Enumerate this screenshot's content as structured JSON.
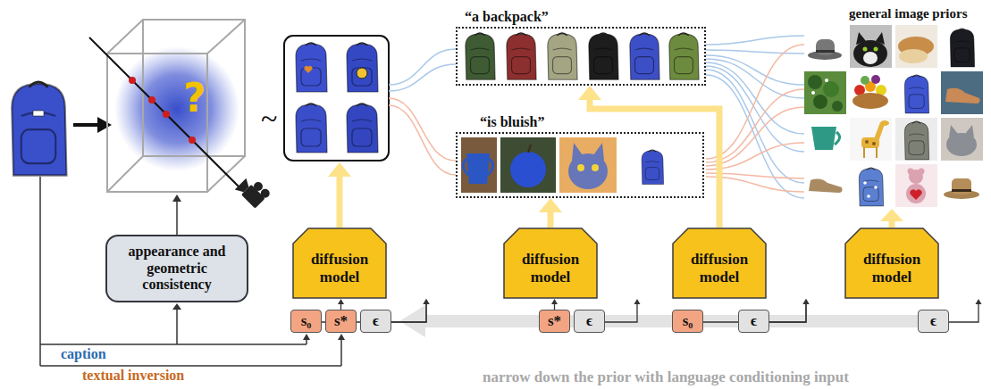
{
  "diagram": {
    "nodes": [
      {
        "text": [
          "“a backpack”"
        ]
      },
      {
        "text": [
          "“is bluish”"
        ]
      },
      {
        "text": [
          "appearance and geometric consistency"
        ]
      },
      {
        "text": [
          "diffusion model"
        ]
      },
      {
        "text": [
          "diffusion model"
        ]
      },
      {
        "text": [
          "diffusion model"
        ]
      },
      {
        "text": [
          "diffusion model"
        ]
      },
      {
        "text": [
          "s₀"
        ]
      },
      {
        "text": [
          "s*"
        ]
      },
      {
        "text": [
          "ϵ"
        ]
      },
      {
        "text": [
          "s*"
        ]
      },
      {
        "text": [
          "ϵ"
        ]
      },
      {
        "text": [
          "s₀"
        ]
      },
      {
        "text": [
          "ϵ"
        ]
      },
      {
        "text": [
          "ϵ"
        ]
      }
    ],
    "edges": [
      {
        "from": 7,
        "to": 3,
        "arrow": "to"
      },
      {
        "from": 8,
        "to": 3,
        "arrow": "to"
      },
      {
        "from": 9,
        "to": 3,
        "arrow": "to"
      },
      {
        "from": 10,
        "to": 4,
        "arrow": "to"
      },
      {
        "from": 11,
        "to": 4,
        "arrow": "to"
      },
      {
        "from": 12,
        "to": 5,
        "arrow": "to"
      },
      {
        "from": 13,
        "to": 5,
        "arrow": "to"
      },
      {
        "from": 14,
        "to": 6,
        "arrow": "to"
      },
      {
        "from": 4,
        "to": 1,
        "arrow": "to"
      },
      {
        "from": 5,
        "to": 0,
        "arrow": "to"
      }
    ],
    "labels": [
      "general image priors",
      "?",
      "~",
      "caption",
      "textual inversion",
      "narrow down the prior with language conditioning input"
    ]
  }
}
